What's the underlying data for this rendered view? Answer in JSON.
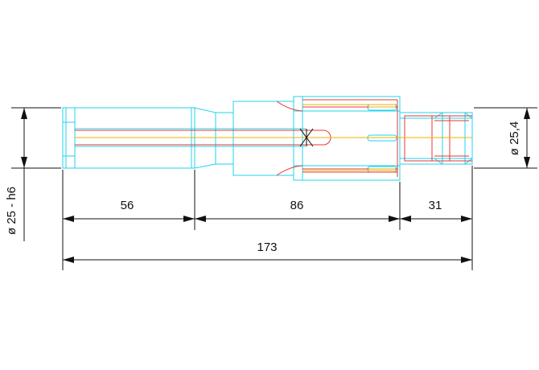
{
  "drawing": {
    "dimensions": {
      "length_1": "56",
      "length_2": "86",
      "length_3": "31",
      "overall_length": "173",
      "diameter_left": "ø 25 - h6",
      "diameter_right": "ø 25,4"
    },
    "colors": {
      "outline": "#22d3ee",
      "highlight": "#e53935",
      "centerline": "#eab308",
      "dimension": "#111111"
    }
  }
}
